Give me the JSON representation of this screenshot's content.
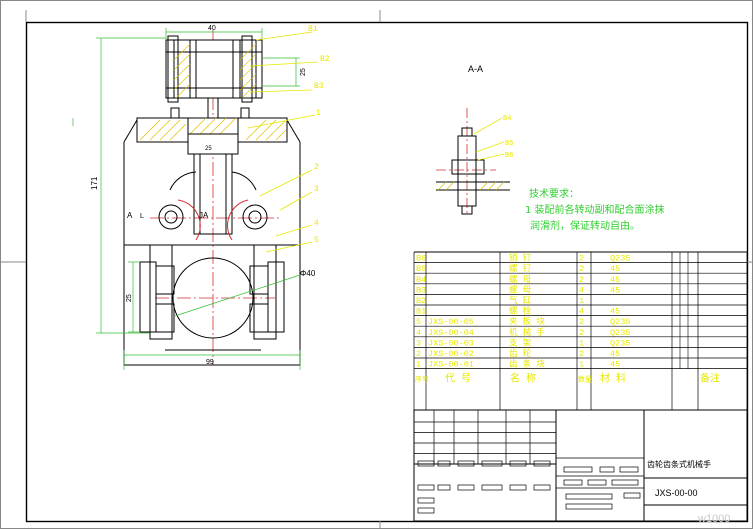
{
  "drawing": {
    "section_label": "A-A",
    "balloons": {
      "b1": "B1",
      "b2": "B2",
      "b3": "B3",
      "b4": "B4",
      "b5": "B5",
      "b6": "B6",
      "n1": "1",
      "n2": "2",
      "n3": "3",
      "n4": "4",
      "n5": "5"
    },
    "dimensions": {
      "top_width": "40",
      "bottom_width": "99",
      "overall_height": "171",
      "height_right": "25",
      "height_left": "25",
      "diameter": "Φ40",
      "mid_label": "25",
      "small_a": "A",
      "small_ja": "JA",
      "small_l": "L"
    }
  },
  "requirements": {
    "title": "技术要求：",
    "line1": "1 装配前各转动副和配合面涂抹",
    "line2": "润滑剂，保证转动自由。"
  },
  "bom": {
    "rows": [
      {
        "no": "B6",
        "code": "",
        "name": "销    钉",
        "qty": "2",
        "material": "Q235",
        "note": ""
      },
      {
        "no": "B5",
        "code": "",
        "name": "螺    钉",
        "qty": "2",
        "material": "45",
        "note": ""
      },
      {
        "no": "B4",
        "code": "",
        "name": "螺    母",
        "qty": "2",
        "material": "45",
        "note": ""
      },
      {
        "no": "B3",
        "code": "",
        "name": "螺    母",
        "qty": "4",
        "material": "45",
        "note": ""
      },
      {
        "no": "B2",
        "code": "",
        "name": "气    缸",
        "qty": "1",
        "material": "",
        "note": ""
      },
      {
        "no": "B1",
        "code": "",
        "name": "螺    栓",
        "qty": "4",
        "material": "45",
        "note": ""
      },
      {
        "no": "5",
        "code": "JXS-00-05",
        "name": "夹 板 块",
        "qty": "2",
        "material": "Q235",
        "note": ""
      },
      {
        "no": "4",
        "code": "JXS-00-04",
        "name": "机 械 手",
        "qty": "2",
        "material": "Q235",
        "note": ""
      },
      {
        "no": "3",
        "code": "JXS-00-03",
        "name": "支    架",
        "qty": "1",
        "material": "Q235",
        "note": ""
      },
      {
        "no": "2",
        "code": "JXS-00-02",
        "name": "齿    轮",
        "qty": "2",
        "material": "45",
        "note": ""
      },
      {
        "no": "1",
        "code": "JXS-00-01",
        "name": "齿 条 块",
        "qty": "1",
        "material": "45",
        "note": ""
      }
    ],
    "header": {
      "no": "序号",
      "code": "代    号",
      "name": "名    称",
      "qty": "数量",
      "material": "材    料",
      "note": "备注"
    }
  },
  "title_block": {
    "drawing_title": "齿轮齿条式机械手",
    "drawing_no": "JXS-00-00"
  },
  "watermark": "w1000"
}
